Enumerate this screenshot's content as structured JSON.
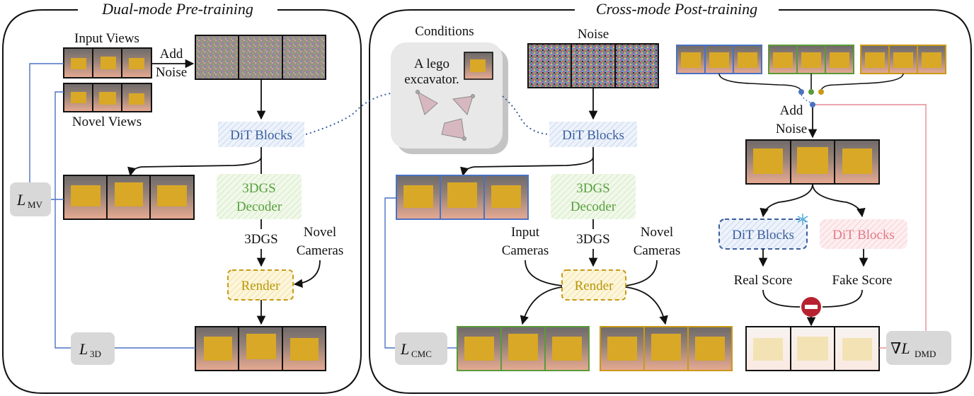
{
  "sections": {
    "pretrain_title": "Dual-mode Pre-training",
    "posttrain_title": "Cross-mode Post-training"
  },
  "pretrain": {
    "input_views": "Input Views",
    "novel_views": "Novel Views",
    "add": "Add",
    "noise": "Noise",
    "dit_blocks": "DiT Blocks",
    "decoder_line1": "3DGS",
    "decoder_line2": "Decoder",
    "gs_label": "3DGS",
    "novel_line1": "Novel",
    "novel_line2": "Cameras",
    "render": "Render",
    "loss_mv_main": "L",
    "loss_mv_sub": "MV",
    "loss_3d_main": "L",
    "loss_3d_sub": "3D"
  },
  "conditions": {
    "title": "Conditions",
    "text_line1": "A lego",
    "text_line2": "excavator."
  },
  "posttrain": {
    "noise_title": "Noise",
    "dit_blocks": "DiT Blocks",
    "decoder_line1": "3DGS",
    "decoder_line2": "Decoder",
    "gs_label": "3DGS",
    "input_line1": "Input",
    "input_line2": "Cameras",
    "novel_line1": "Novel",
    "novel_line2": "Cameras",
    "render": "Render",
    "loss_cmc_main": "L",
    "loss_cmc_sub": "CMC",
    "add": "Add",
    "noise": "Noise",
    "dit_frozen": "DiT Blocks",
    "dit_fake": "DiT Blocks",
    "real_score": "Real Score",
    "fake_score": "Fake Score",
    "loss_dmd_prefix": "∇L",
    "loss_dmd_sub": "DMD"
  },
  "colors": {
    "blue": "#4a72c4",
    "green": "#5a9a3a",
    "gold": "#c99a16",
    "pink": "#e58a94",
    "gray_box": "#d8d8d8"
  }
}
